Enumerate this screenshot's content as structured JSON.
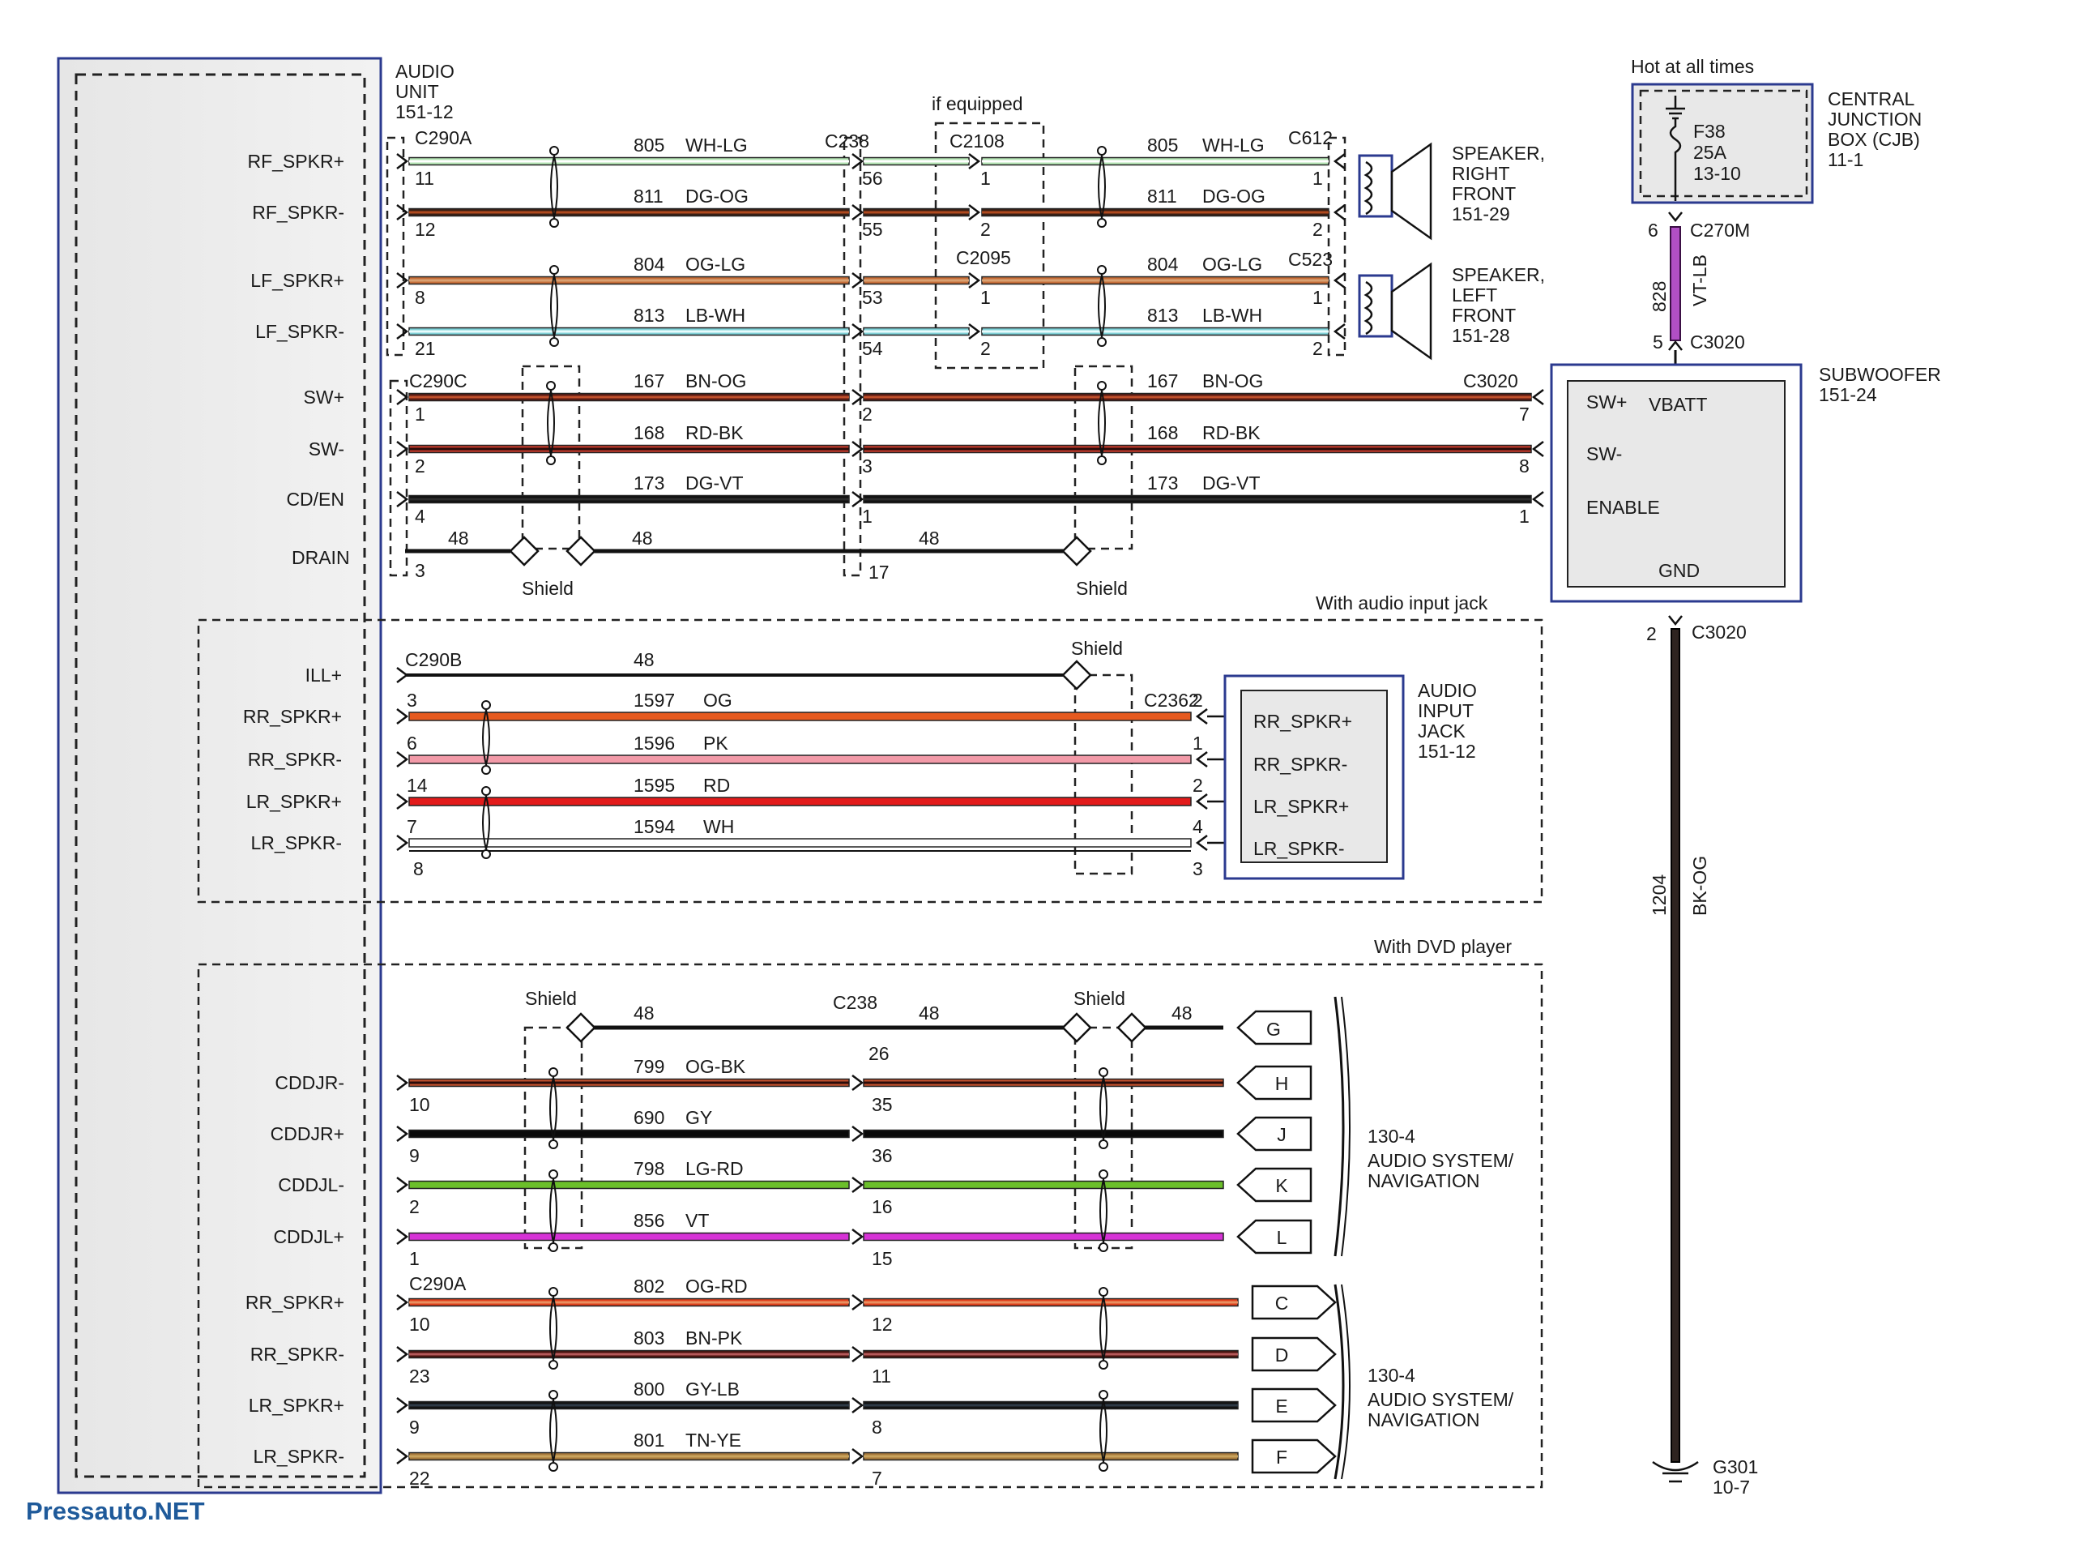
{
  "audio_unit": {
    "title": [
      "AUDIO",
      "UNIT",
      "151-12"
    ]
  },
  "connectors": {
    "c290a": "C290A",
    "c238": "C238",
    "c2108": "C2108",
    "c612": "C612",
    "c2095": "C2095",
    "c523": "C523",
    "c290c": "C290C",
    "c3020": "C3020",
    "c290b": "C290B",
    "c2362": "C2362",
    "c270m": "C270M"
  },
  "notes": {
    "if_equipped": "if equipped",
    "with_audio_input_jack": "With audio input jack",
    "with_dvd_player": "With DVD player",
    "hot_at_all_times": "Hot at all times"
  },
  "shield_label": "Shield",
  "speaker_rf": [
    "SPEAKER,",
    "RIGHT",
    "FRONT",
    "151-29"
  ],
  "speaker_lf": [
    "SPEAKER,",
    "LEFT",
    "FRONT",
    "151-28"
  ],
  "cjb": [
    "CENTRAL",
    "JUNCTION",
    "BOX (CJB)",
    "11-1"
  ],
  "fuse": [
    "F38",
    "25A",
    "13-10"
  ],
  "subwoofer": {
    "title": [
      "SUBWOOFER",
      "151-24"
    ],
    "pins": [
      "SW+",
      "SW-",
      "ENABLE"
    ],
    "vbatt": "VBATT",
    "gnd": "GND"
  },
  "aux_jack": {
    "title": [
      "AUDIO",
      "INPUT",
      "JACK",
      "151-12"
    ],
    "pins": [
      "RR_SPKR+",
      "RR_SPKR-",
      "LR_SPKR+",
      "LR_SPKR-"
    ]
  },
  "nav_label": [
    "130-4",
    "AUDIO SYSTEM/",
    "NAVIGATION"
  ],
  "ground": [
    "G301",
    "10-7"
  ],
  "power": {
    "wire_circuit": "828",
    "wire_color": "VT-LB",
    "pin_top": "6",
    "pin_bottom": "5",
    "gnd_circuit": "1204",
    "gnd_color": "BK-OG",
    "gnd_pin": "2"
  },
  "watermark": "Pressauto.NET",
  "wires_front": [
    {
      "label": "RF_SPKR+",
      "circuit": "805",
      "color": "WH-LG",
      "pin_left": "11",
      "pin_c238": "56",
      "pin_mid": "1",
      "pin_right": "1",
      "c1": "#b5e6b5",
      "c2": "#ffffff"
    },
    {
      "label": "RF_SPKR-",
      "circuit": "811",
      "color": "DG-OG",
      "pin_left": "12",
      "pin_c238": "55",
      "pin_mid": "2",
      "pin_right": "2",
      "c1": "#3a1f14",
      "c2": "#b04a1f"
    },
    {
      "label": "LF_SPKR+",
      "circuit": "804",
      "color": "OG-LG",
      "pin_left": "8",
      "pin_c238": "53",
      "pin_mid": "1",
      "pin_right": "1",
      "c1": "#c86f3a",
      "c2": "#d9a071"
    },
    {
      "label": "LF_SPKR-",
      "circuit": "813",
      "color": "LB-WH",
      "pin_left": "21",
      "pin_c238": "54",
      "pin_mid": "2",
      "pin_right": "2",
      "c1": "#7fd0d6",
      "c2": "#e8fbfc"
    }
  ],
  "wires_sub": [
    {
      "label": "SW+",
      "circuit": "167",
      "color": "BN-OG",
      "pin_left": "1",
      "pin_c238": "2",
      "pin_right": "7",
      "c1": "#5a1a12",
      "c2": "#c0502c"
    },
    {
      "label": "SW-",
      "circuit": "168",
      "color": "RD-BK",
      "pin_left": "2",
      "pin_c238": "3",
      "pin_right": "8",
      "c1": "#c0392b",
      "c2": "#2a0c0a"
    },
    {
      "label": "CD/EN",
      "circuit": "173",
      "color": "DG-VT",
      "pin_left": "4",
      "pin_c238": "1",
      "pin_right": "1",
      "c1": "#111111",
      "c2": "#2c2c2c"
    }
  ],
  "drain": {
    "label": "DRAIN",
    "circuit": "48",
    "pin_left": "3",
    "pin_c238": "17"
  },
  "wires_aux": [
    {
      "label": "ILL+",
      "circuit": "48",
      "color": "",
      "pin_left": "",
      "pin_right": ""
    },
    {
      "label": "RR_SPKR+",
      "circuit": "1597",
      "color": "OG",
      "pin_left": "3",
      "pin_right": "2",
      "c1": "#e65a1f",
      "c2": "#e65a1f"
    },
    {
      "label": "RR_SPKR-",
      "circuit": "1596",
      "color": "PK",
      "pin_left": "6",
      "pin_right": "1",
      "c1": "#f29aa8",
      "c2": "#f29aa8"
    },
    {
      "label": "LR_SPKR+",
      "circuit": "1595",
      "color": "RD",
      "pin_left": "14",
      "pin_right": "2",
      "c1": "#e31b1b",
      "c2": "#e31b1b"
    },
    {
      "label": "LR_SPKR-",
      "circuit": "1594",
      "color": "WH",
      "pin_left": "7",
      "pin_right": "4",
      "c1": "#ffffff",
      "c2": "#ffffff"
    }
  ],
  "aux_extra_pins": {
    "left": "8",
    "right": "3"
  },
  "wires_dvd": [
    {
      "label": "CDDJR-",
      "circuit": "799",
      "color": "OG-BK",
      "pin_left": "10",
      "pin_c238": "35",
      "term": "H",
      "c1": "#c0502c",
      "c2": "#2a0c0a"
    },
    {
      "label": "CDDJR+",
      "circuit": "690",
      "color": "GY",
      "pin_left": "9",
      "pin_c238": "36",
      "term": "J",
      "c1": "#0a0a0a",
      "c2": "#0a0a0a"
    },
    {
      "label": "CDDJL-",
      "circuit": "798",
      "color": "LG-RD",
      "pin_left": "2",
      "pin_c238": "16",
      "term": "K",
      "c1": "#6bbf2a",
      "c2": "#6bbf2a"
    },
    {
      "label": "CDDJL+",
      "circuit": "856",
      "color": "VT",
      "pin_left": "1",
      "pin_c238": "15",
      "term": "L",
      "c1": "#d633d6",
      "c2": "#d633d6"
    }
  ],
  "dvd_shield": {
    "circuit": "48",
    "pin_c238": "26",
    "term": "G"
  },
  "wires_rear": [
    {
      "label": "RR_SPKR+",
      "circuit": "802",
      "color": "OG-RD",
      "pin_left": "10",
      "pin_c238": "12",
      "term": "C",
      "c1": "#e0401c",
      "c2": "#e89060"
    },
    {
      "label": "RR_SPKR-",
      "circuit": "803",
      "color": "BN-PK",
      "pin_left": "23",
      "pin_c238": "11",
      "term": "D",
      "c1": "#4a140f",
      "c2": "#b5595a"
    },
    {
      "label": "LR_SPKR+",
      "circuit": "800",
      "color": "GY-LB",
      "pin_left": "9",
      "pin_c238": "8",
      "term": "E",
      "c1": "#111111",
      "c2": "#2e3a46"
    },
    {
      "label": "LR_SPKR-",
      "circuit": "801",
      "color": "TN-YE",
      "pin_left": "22",
      "pin_c238": "7",
      "term": "F",
      "c1": "#a87a3c",
      "c2": "#c9a35c"
    }
  ]
}
